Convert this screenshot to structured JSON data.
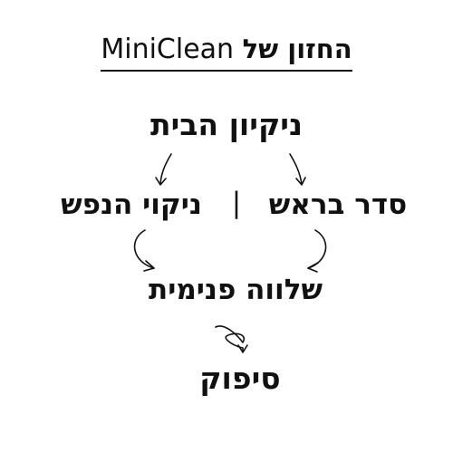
{
  "title": {
    "brand": "MiniClean",
    "hebrew": "החזון של"
  },
  "nodes": {
    "home_cleaning": "ניקיון הבית",
    "order_in_head": "סדר בראש",
    "soul_cleansing": "ניקוי הנפש",
    "separator": "|",
    "inner_peace": "שלווה פנימית",
    "satisfaction": "סיפוק"
  }
}
